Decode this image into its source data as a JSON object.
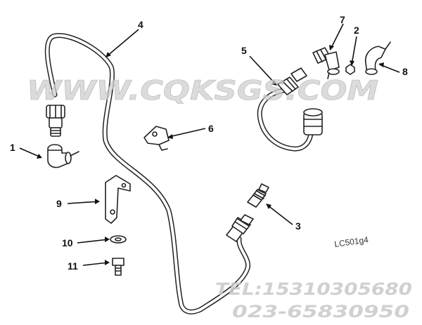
{
  "diagram": {
    "part_labels": [
      "1",
      "2",
      "3",
      "4",
      "5",
      "6",
      "7",
      "8",
      "9",
      "10",
      "11"
    ],
    "drawing_code": "LC501g4"
  },
  "watermark": {
    "site": "WWW.CQKSGS.COM",
    "tel": "TEL:15310305680",
    "phone2": "023-65830950"
  }
}
